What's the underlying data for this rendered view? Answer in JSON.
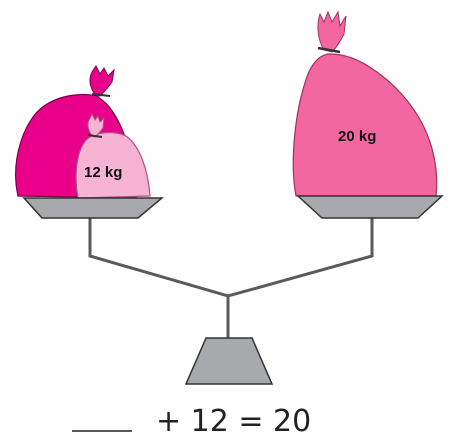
{
  "colors": {
    "bag_dark": "#e8008a",
    "bag_light": "#f7b3d3",
    "bag_right": "#f2679f",
    "pan": "#a7a9ac",
    "stand": "#555555",
    "base": "#a7a9ac",
    "outline": "#333333"
  },
  "left_pan": {
    "unknown_bag": {
      "label": "",
      "icon": "bag-icon"
    },
    "small_bag": {
      "label": "12 kg",
      "icon": "bag-icon"
    }
  },
  "right_pan": {
    "bag": {
      "label": "20 kg",
      "icon": "bag-icon"
    }
  },
  "equation": {
    "blank": "____",
    "text": "+ 12 = 20"
  }
}
